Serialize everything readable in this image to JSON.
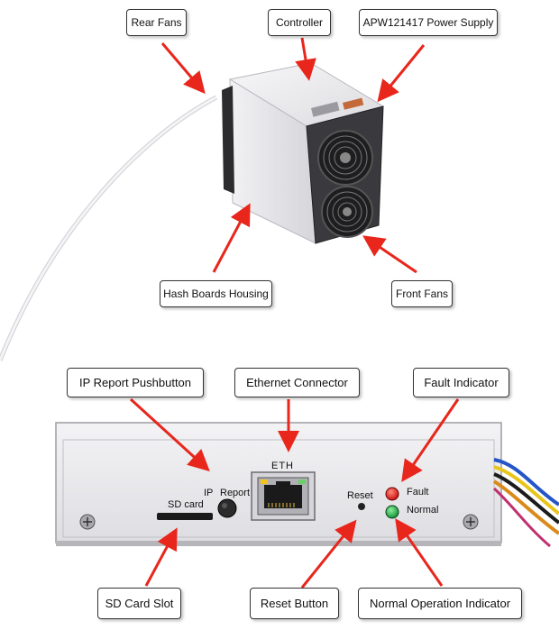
{
  "callouts": {
    "rear_fans": "Rear Fans",
    "controller": "Controller",
    "power_supply": "APW121417 Power Supply",
    "hash_boards": "Hash Boards Housing",
    "front_fans": "Front Fans",
    "ip_report": "IP Report Pushbutton",
    "ethernet": "Ethernet Connector",
    "fault_indicator": "Fault Indicator",
    "sd_slot": "SD Card Slot",
    "reset_button": "Reset Button",
    "normal_indicator": "Normal Operation Indicator"
  },
  "panel": {
    "eth": "ETH",
    "ip": "IP",
    "report": "Report",
    "sd_card": "SD card",
    "reset": "Reset",
    "fault": "Fault",
    "normal": "Normal"
  },
  "colors": {
    "arrow": "#e8261c",
    "fault_led": "#e01010",
    "normal_led": "#11a83a",
    "housing": "#e9e9ec",
    "fan_grill": "#2a2a2a"
  }
}
